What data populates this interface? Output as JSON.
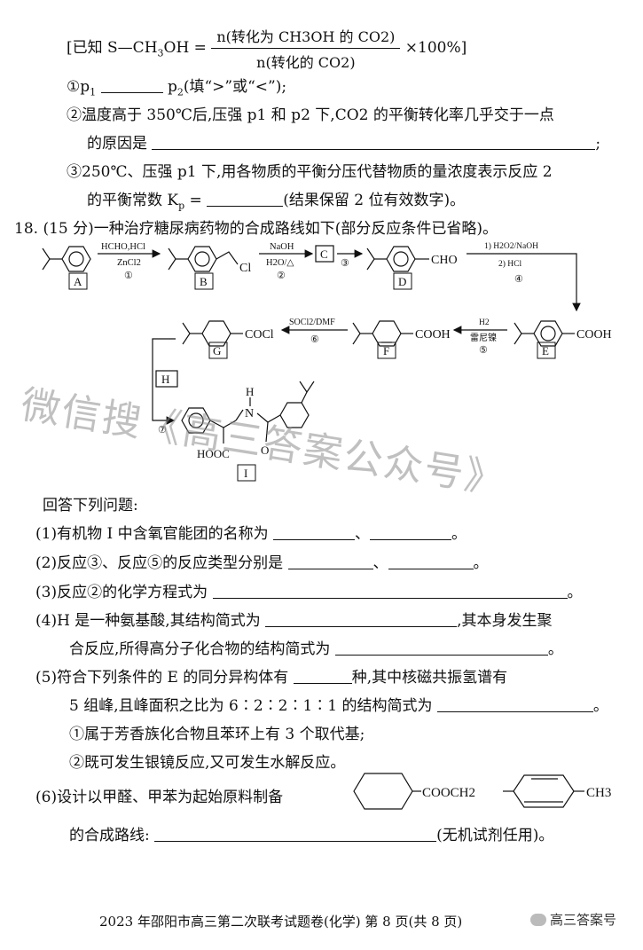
{
  "q17": {
    "known_prefix": "[已知 S—CH",
    "known_mid": "OH =",
    "frac_num": "n(转化为 CH3OH 的 CO2)",
    "frac_den": "n(转化的 CO2)",
    "known_suffix": "×100%]",
    "item1_a": "①p",
    "item1_b": "p",
    "item1_c": "(填“>”或“<”);",
    "item2_line1": "②温度高于 350℃后,压强 p1 和 p2 下,CO2 的平衡转化率几乎交于一点",
    "item2_line2": "的原因是",
    "item2_end": ";",
    "item3_line1": "③250℃、压强 p1 下,用各物质的平衡分压代替物质的量浓度表示反应 2",
    "item3_line2a": "的平衡常数 K",
    "item3_line2b": "p",
    "item3_line2c": " =",
    "item3_line2d": "(结果保留 2 位有效数字)。"
  },
  "q18": {
    "header": "18. (15 分)一种治疗糖尿病药物的合成路线如下(部分反应条件已省略)。",
    "scheme": {
      "labels": [
        "A",
        "B",
        "C",
        "D",
        "E",
        "F",
        "G",
        "H",
        "I"
      ],
      "reagents": {
        "r1_top": "HCHO,HCl",
        "r1_bot": "ZnCl2",
        "r1_num": "①",
        "r2_top": "NaOH",
        "r2_bot": "H2O/△",
        "r2_num": "②",
        "r3_num": "③",
        "r4_top": "1) H2O2/NaOH",
        "r4_bot": "2) HCl",
        "r4_num": "④",
        "r5_top": "H2",
        "r5_bot": "雷尼镍",
        "r5_num": "⑤",
        "r6_top": "SOCl2/DMF",
        "r6_num": "⑥",
        "r7_num": "⑦"
      },
      "groups": {
        "cl": "Cl",
        "cho": "CHO",
        "cooh": "COOH",
        "cocl": "COCl",
        "hooc": "HOOC",
        "n": "N",
        "h": "H",
        "o": "O"
      }
    },
    "answer_intro": "回答下列问题:",
    "p1": "(1)有机物 I 中含氧官能团的名称为",
    "p1_sep": "、",
    "p1_end": "。",
    "p2": "(2)反应③、反应⑤的反应类型分别是",
    "p2_sep": "、",
    "p2_end": "。",
    "p3": "(3)反应②的化学方程式为",
    "p3_end": "。",
    "p4_line1a": "(4)H 是一种氨基酸,其结构简式为",
    "p4_line1b": ",其本身发生聚",
    "p4_line2": "合反应,所得高分子化合物的结构简式为",
    "p4_end": "。",
    "p5_line1a": "(5)符合下列条件的 E 的同分异构体有",
    "p5_line1b": "种,其中核磁共振氢谱有",
    "p5_line2": "5 组峰,且峰面积之比为 6∶2∶2∶1∶1 的结构简式为",
    "p5_end": "。",
    "p5_c1": "①属于芳香族化合物且苯环上有 3 个取代基;",
    "p5_c2": "②既可发生银镜反应,又可发生水解反应。",
    "p6_line1": "(6)设计以甲醛、甲苯为起始原料制备",
    "p6_struct_ester": "COOCH2",
    "p6_struct_me": "CH3",
    "p6_line2": "的合成路线:",
    "p6_end": "(无机试剂任用)。"
  },
  "footer": "2023 年邵阳市高三第二次联考试题卷(化学)  第 8 页(共 8 页)",
  "watermark": "微信搜《高三答案公众号》",
  "badge": "高三答案号"
}
